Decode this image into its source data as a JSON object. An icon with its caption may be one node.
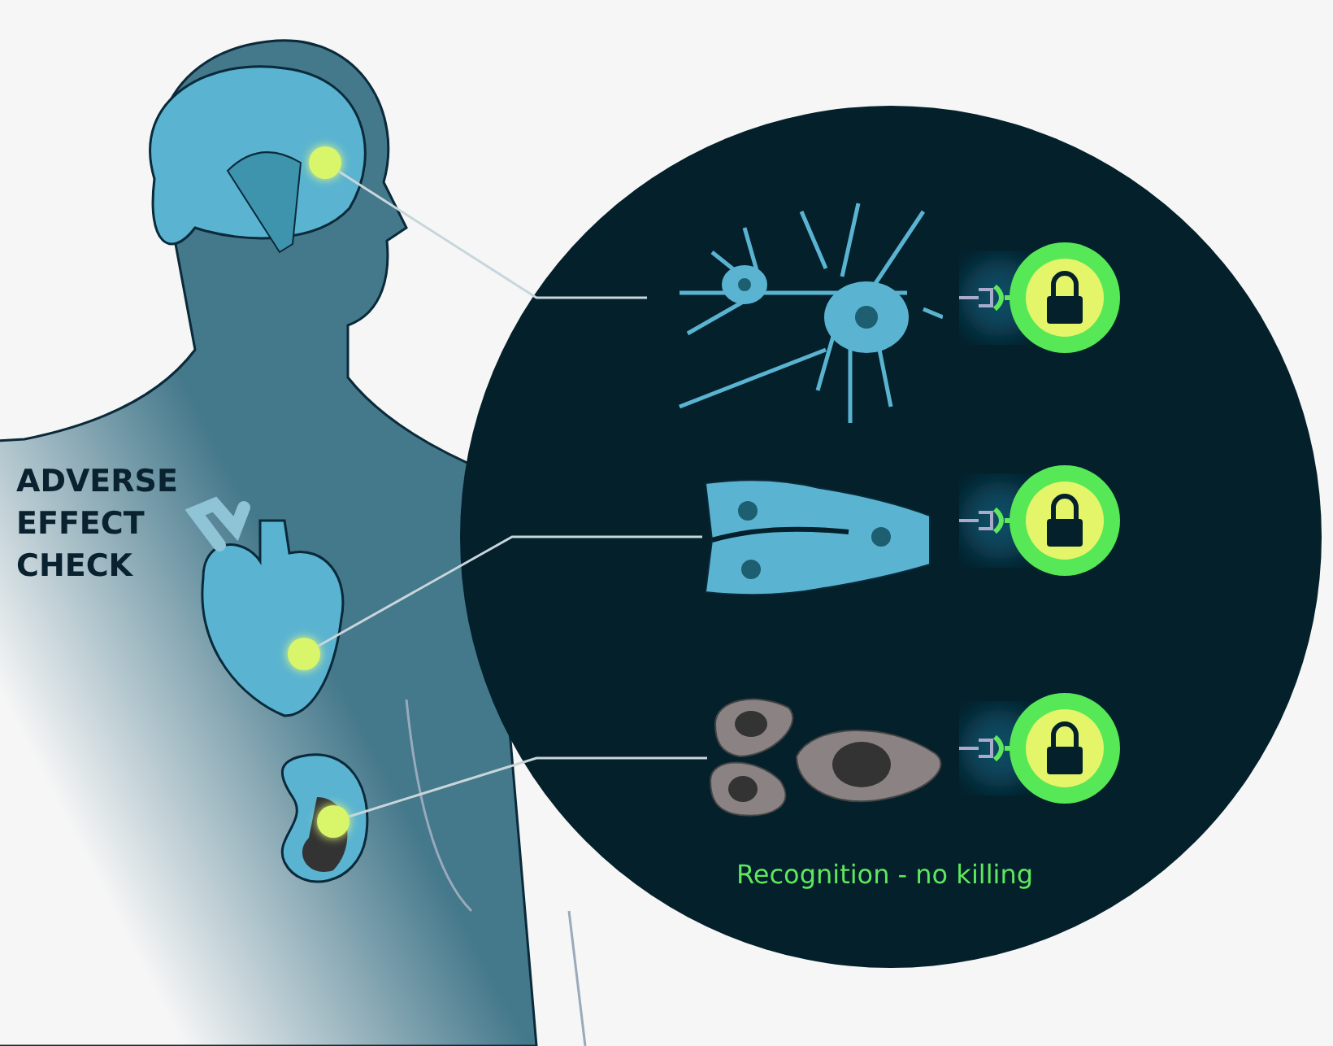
{
  "diagram": {
    "nodes": [
      {
        "text": [
          "Recognition - no killing"
        ]
      },
      {
        "text": [],
        "shape": "picture",
        "in": 0
      },
      {
        "text": [],
        "shape": "picture",
        "in": 0
      },
      {
        "text": [],
        "shape": "picture",
        "in": 0
      },
      {
        "text": [],
        "shape": "circle"
      },
      {
        "text": [],
        "shape": "circle"
      },
      {
        "text": [],
        "shape": "circle"
      }
    ],
    "edges": [
      {
        "from": 4,
        "to": 1,
        "arrow": "none"
      },
      {
        "from": 5,
        "to": 2,
        "arrow": "none"
      },
      {
        "from": 6,
        "to": 3,
        "arrow": "none"
      }
    ],
    "labels": [
      "ADVERSE EFFECT CHECK"
    ]
  }
}
